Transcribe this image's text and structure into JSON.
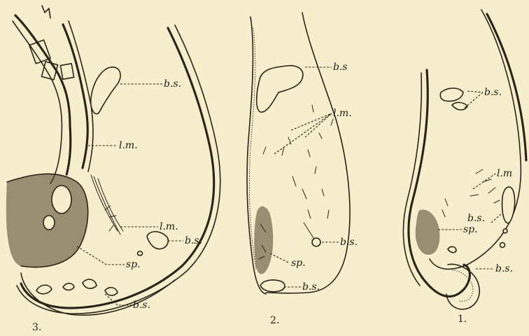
{
  "figures": [
    {
      "number": "3.",
      "labels": {
        "bs1": "b.s.",
        "lm1": "l.m.",
        "bs2": "b.s.",
        "lm2": "l.m.",
        "sp": "sp.",
        "bs3": "b.s."
      }
    },
    {
      "number": "2.",
      "labels": {
        "bs1": "b.s",
        "lm1": "l.m.",
        "bs2": "b.s.",
        "sp": "sp.",
        "bs3": "b.s."
      }
    },
    {
      "number": "1.",
      "labels": {
        "bs1": "b.s.",
        "lm1": "l.m",
        "bs2": "b.s.",
        "sp": "sp.",
        "bs3": "b.s."
      }
    }
  ],
  "colors": {
    "paper": "#f6efcd",
    "ink": "#2a2418"
  }
}
